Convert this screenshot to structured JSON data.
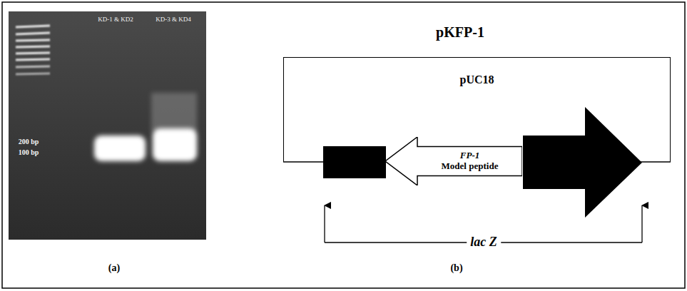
{
  "diagram": {
    "nodes": [
      {
        "text": [
          "pUC18"
        ]
      },
      {
        "text": [
          "FP-1",
          "Model peptide"
        ]
      }
    ],
    "labels": [
      "KD-1 & KD2",
      "KD-3 & KD4",
      "200 bp",
      "100 bp",
      "(a)",
      "pKFP-1",
      "lac Z",
      "(b)"
    ]
  }
}
